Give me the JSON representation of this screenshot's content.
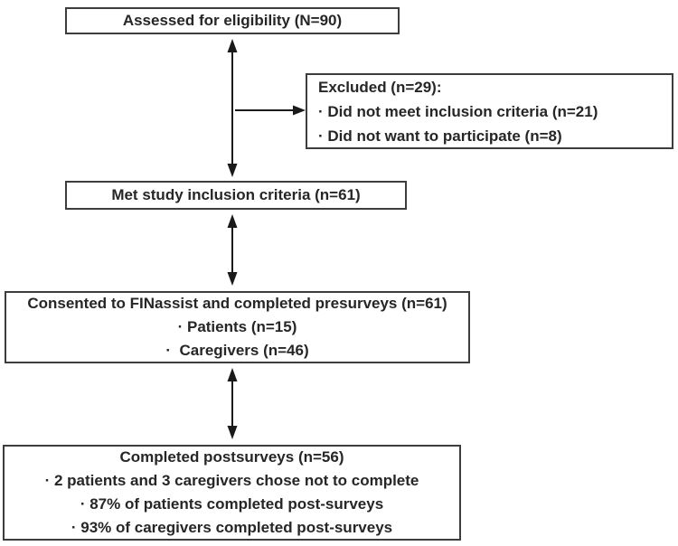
{
  "diagram": {
    "type": "flowchart",
    "colors": {
      "background": "#ffffff",
      "box_border": "#3d3d3d",
      "text": "#262626",
      "arrow": "#1a1a1a"
    },
    "boxes": {
      "assessed": {
        "lines": [
          "Assessed for eligibility (N=90)"
        ]
      },
      "excluded": {
        "lines": [
          "Excluded (n=29):",
          "· Did not meet inclusion criteria (n=21)",
          "· Did not want to participate (n=8)"
        ]
      },
      "met_criteria": {
        "lines": [
          "Met study inclusion criteria (n=61)"
        ]
      },
      "consented": {
        "lines": [
          "Consented to FINassist and completed presurveys (n=61)",
          "· Patients (n=15)",
          "·  Caregivers (n=46)"
        ]
      },
      "postsurveys": {
        "lines": [
          "Completed postsurveys (n=56)",
          "· 2 patients and 3 caregivers chose not to complete",
          "· 87% of patients completed post-surveys",
          "· 93% of caregivers completed post-surveys"
        ]
      }
    },
    "arrows": [
      {
        "name": "arrow-assessed-to-met",
        "type": "double-headed-vertical"
      },
      {
        "name": "arrow-to-excluded",
        "type": "single-headed-right"
      },
      {
        "name": "arrow-met-to-consented",
        "type": "double-headed-vertical"
      },
      {
        "name": "arrow-consented-to-postsurveys",
        "type": "double-headed-vertical"
      }
    ]
  }
}
